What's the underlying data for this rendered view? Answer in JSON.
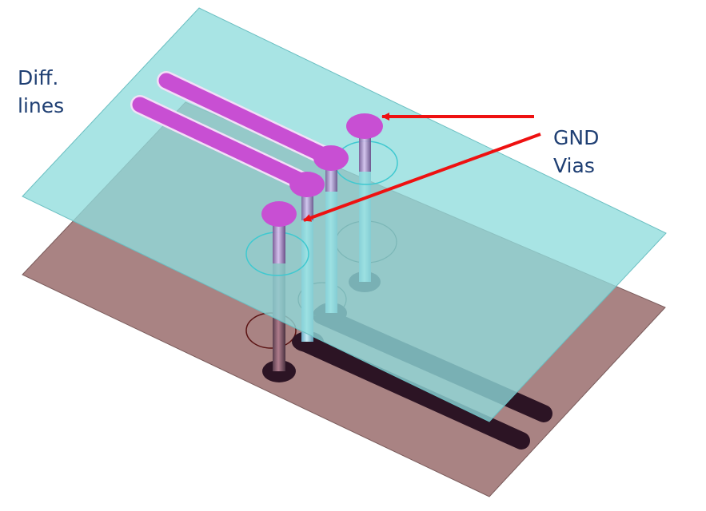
{
  "labels": {
    "diff_line1": "Diff.",
    "diff_line2": "lines",
    "gnd_line1": "GND",
    "gnd_line2": "Vias"
  },
  "colors": {
    "top_plane": "#9fe3e4",
    "bottom_plane": "#a98383",
    "trace_top": "#c84fd3",
    "trace_bottom": "#2c1424",
    "via_barrel": "#8dc6dc",
    "arrow": "#ee1111",
    "text": "#1f3f73"
  },
  "icons": [
    "arrow-right-icon"
  ]
}
